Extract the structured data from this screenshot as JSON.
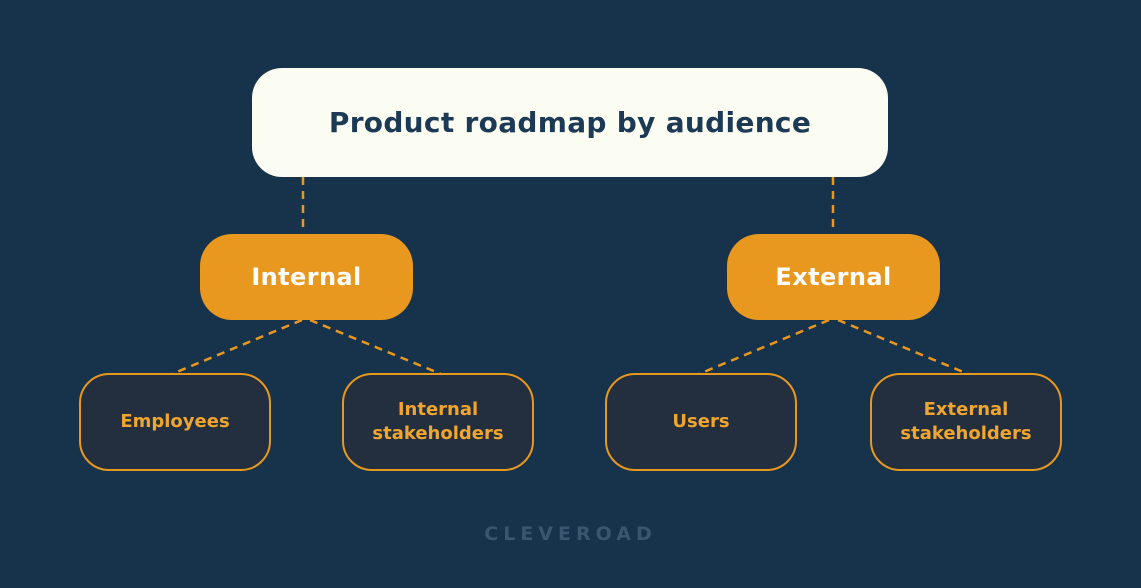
{
  "diagram": {
    "root": {
      "label": "Product roadmap by audience"
    },
    "level1": [
      {
        "label": "Internal"
      },
      {
        "label": "External"
      }
    ],
    "level2": [
      {
        "label": "Employees",
        "parent": "Internal"
      },
      {
        "label": "Internal stakeholders",
        "parent": "Internal"
      },
      {
        "label": "Users",
        "parent": "External"
      },
      {
        "label": "External stakeholders",
        "parent": "External"
      }
    ],
    "watermark": {
      "label": "CLEVEROAD"
    },
    "connector_style": "dashed",
    "colors": {
      "background": "#17324B",
      "accent_orange": "#E8971F",
      "title_box_bg": "#FCFDF2",
      "title_text": "#1C3A55",
      "branch_text": "#FFFFFF",
      "leaf_box_bg": "#232F3F",
      "leaf_text": "#F0A62E",
      "watermark_text": "#3B5571"
    }
  }
}
